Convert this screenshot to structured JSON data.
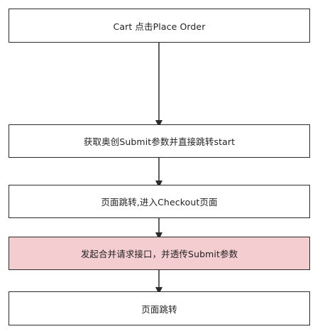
{
  "diagram": {
    "nodes": [
      {
        "id": "n1",
        "label": "Cart 点击Place Order",
        "fill": "#ffffff"
      },
      {
        "id": "n2",
        "label": "获取奥创Submit参数并直接跳转start",
        "fill": "#ffffff"
      },
      {
        "id": "n3",
        "label": "页面跳转,进入Checkout页面",
        "fill": "#ffffff"
      },
      {
        "id": "n4",
        "label": "发起合并请求接口，并透传Submit参数",
        "fill": "#f4cdd0"
      },
      {
        "id": "n5",
        "label": "页面跳转",
        "fill": "#ffffff"
      }
    ],
    "edges": [
      {
        "from": "n1",
        "to": "n2"
      },
      {
        "from": "n2",
        "to": "n3"
      },
      {
        "from": "n3",
        "to": "n4"
      },
      {
        "from": "n4",
        "to": "n5"
      }
    ],
    "colors": {
      "stroke": "#2b2b2b",
      "highlight": "#f4cdd0"
    }
  }
}
